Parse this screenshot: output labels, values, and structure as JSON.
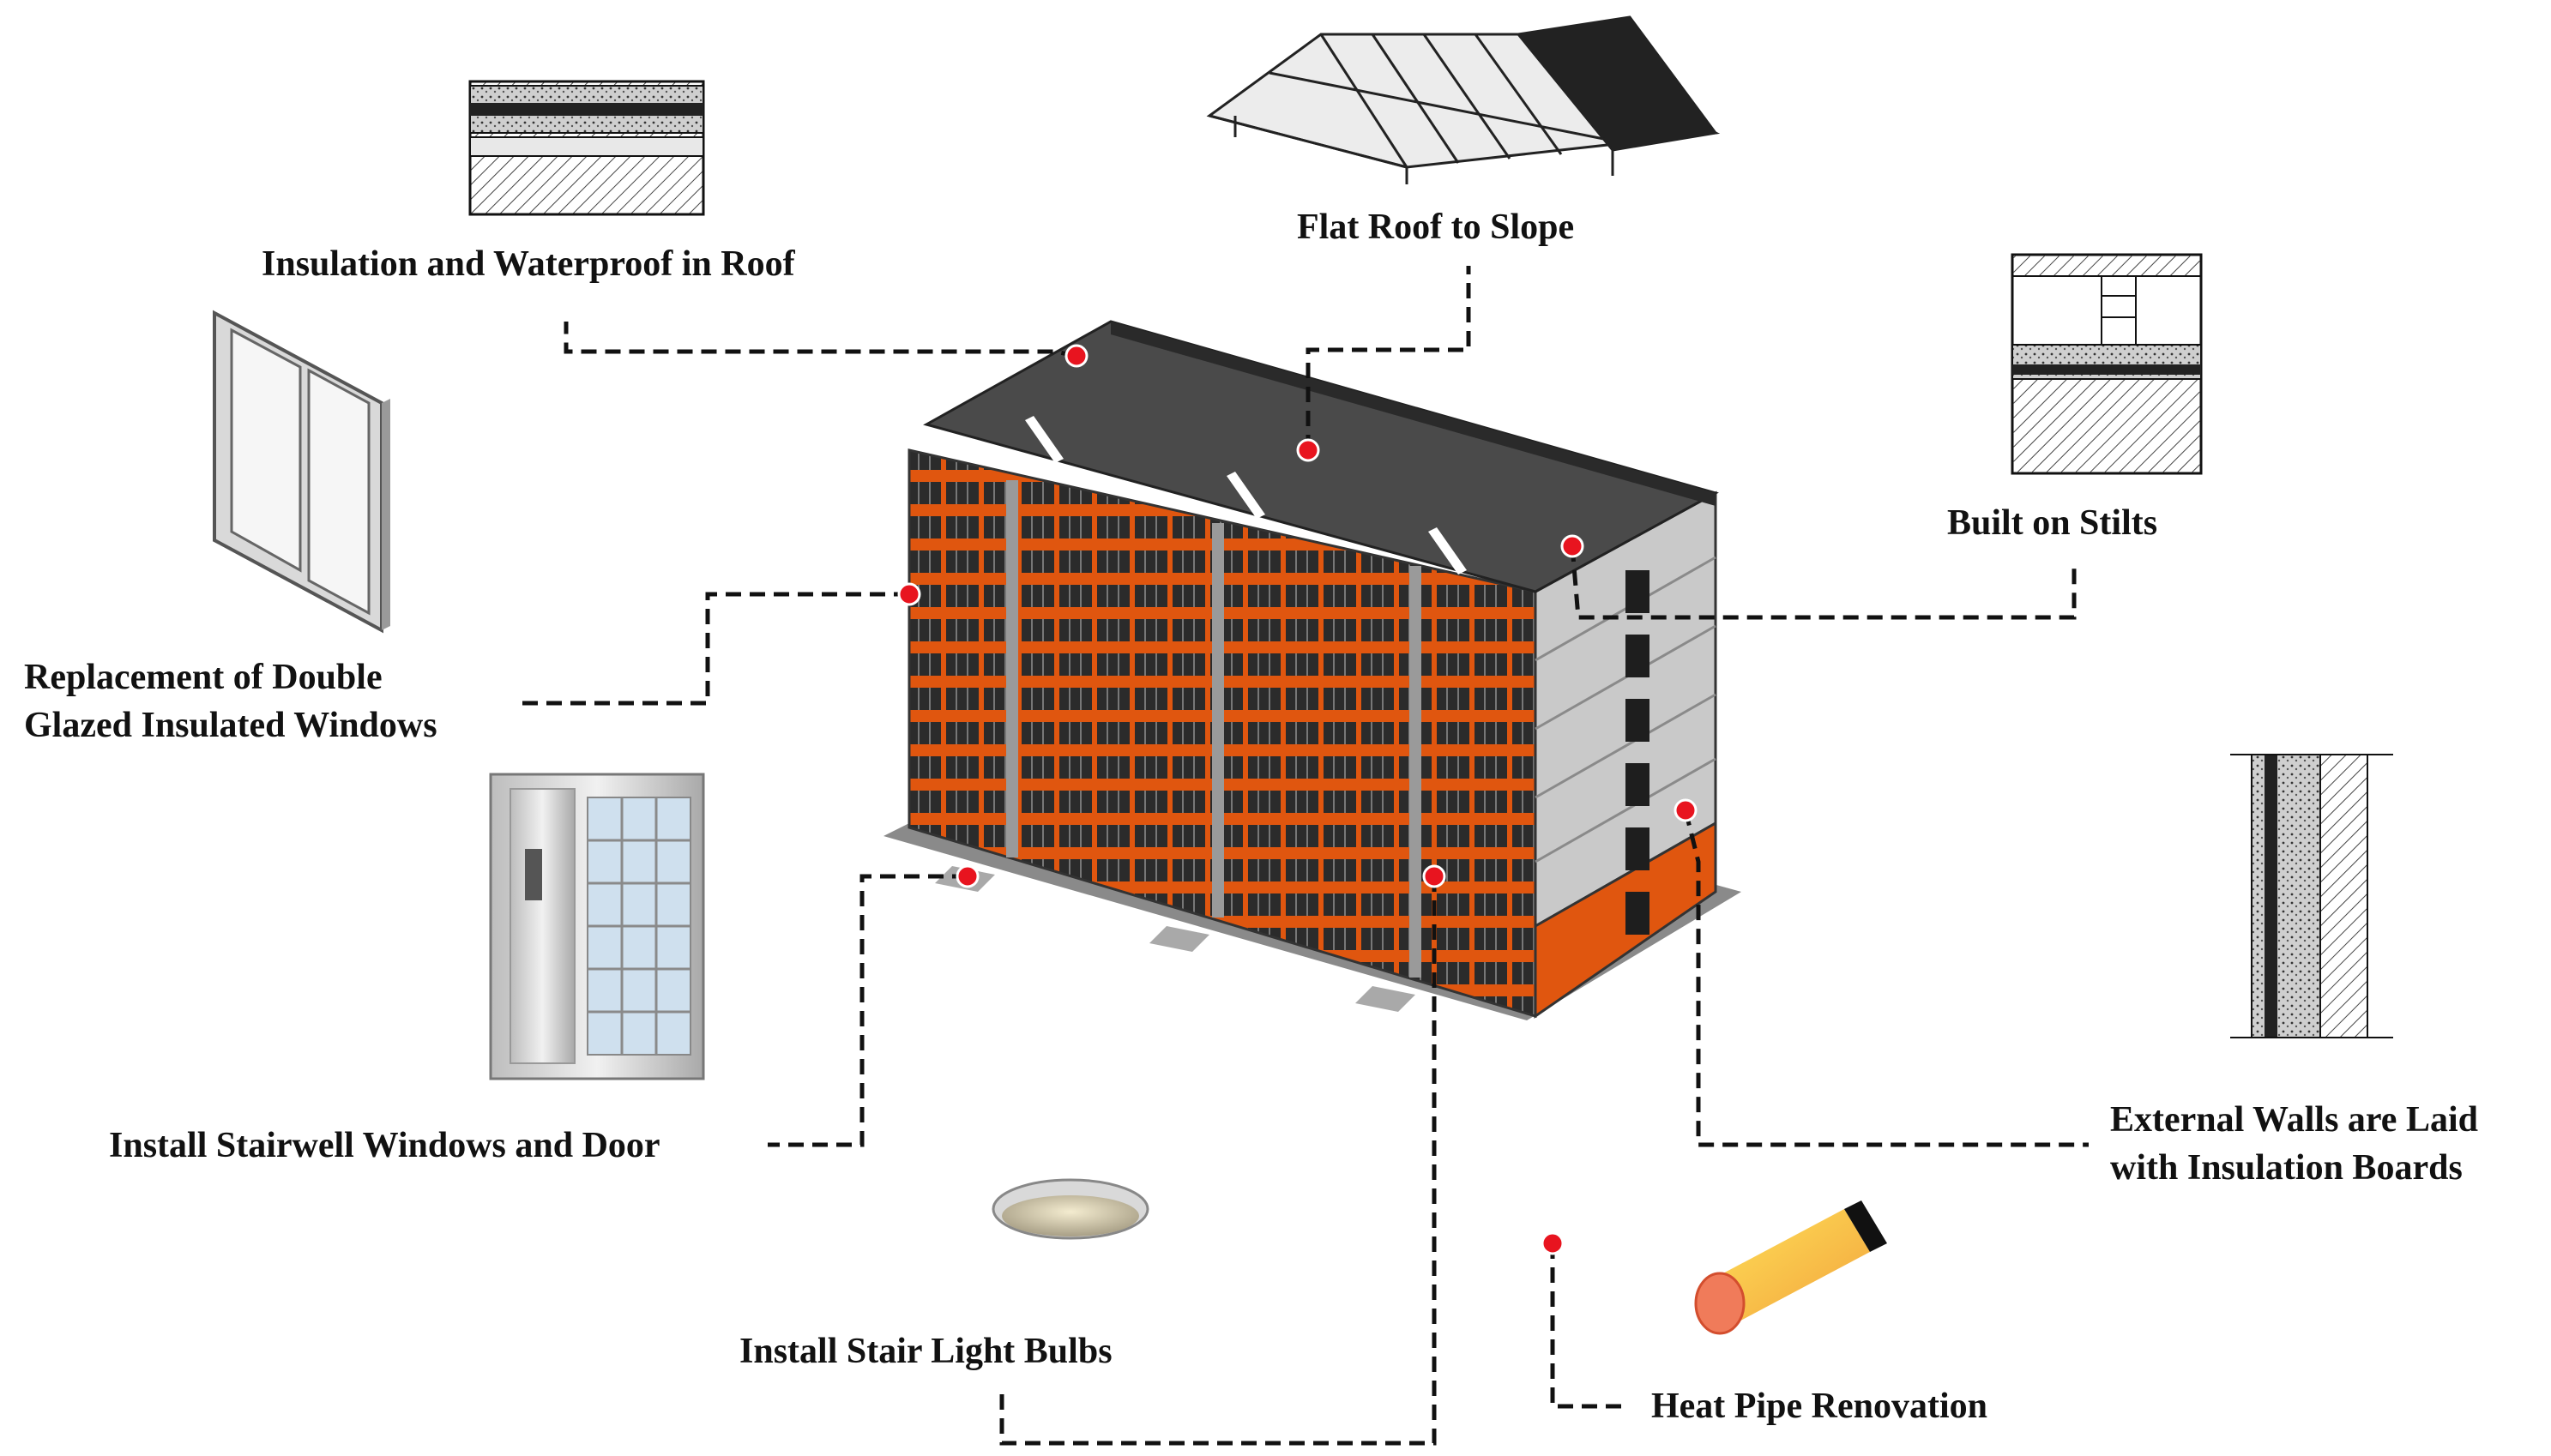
{
  "labels": {
    "roof_insulation": "Insulation and Waterproof in Roof",
    "flat_roof": "Flat Roof to Slope",
    "stilts": "Built on Stilts",
    "windows_line1": "Replacement of Double",
    "windows_line2": "Glazed Insulated Windows",
    "stairwell_door": "Install Stairwell Windows and Door",
    "external_walls_line1": "External Walls are Laid",
    "external_walls_line2": "with Insulation Boards",
    "stair_bulbs": "Install Stair Light Bulbs",
    "heat_pipe": "Heat Pipe Renovation"
  },
  "colors": {
    "facade_orange": "#e0560f",
    "window_dark": "#2b2b2b",
    "roof": "#4a4a4a",
    "wall_gray": "#c9c9c9",
    "marker_red": "#e8141f"
  }
}
